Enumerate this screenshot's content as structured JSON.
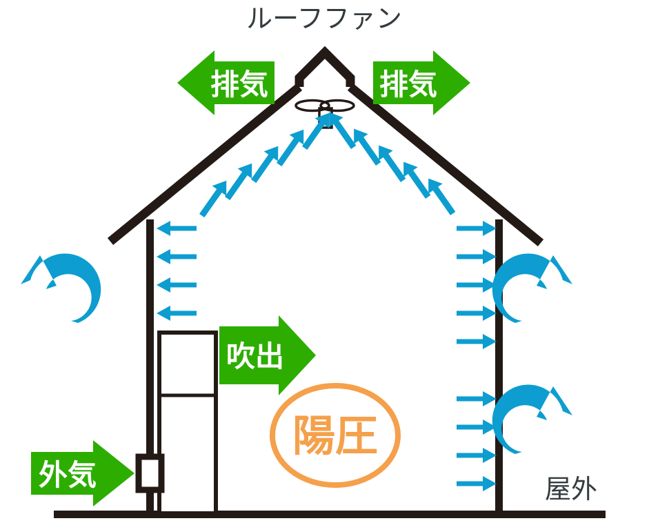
{
  "title": {
    "text": "ルーフファン"
  },
  "labels": {
    "exhaust_left": "排気",
    "exhaust_right": "排気",
    "supply_air": "吹出",
    "outside_air": "外気",
    "positive_pressure": "陽圧",
    "outdoors": "屋外"
  },
  "colors": {
    "green": "#2DAD00",
    "blue": "#0D9DD0",
    "orange": "#F5A04B",
    "dark": "#231A16",
    "title_gray": "#333C3F",
    "white": "#FFFFFF"
  },
  "diagram": {
    "kind": "building-ventilation-cross-section",
    "description_parts": [
      "roof-fan-cupola",
      "pitched-roof",
      "left-wall",
      "right-wall",
      "ground-line",
      "air-handling-unit",
      "wall-intake-louver"
    ],
    "airflow": {
      "roof_slope_left_arrows": 5,
      "roof_slope_right_arrows": 5,
      "left_wall_arrows": 4,
      "right_wall_arrows_upper": 5,
      "right_wall_arrows_lower": 4,
      "curved_arrows": 3
    }
  }
}
